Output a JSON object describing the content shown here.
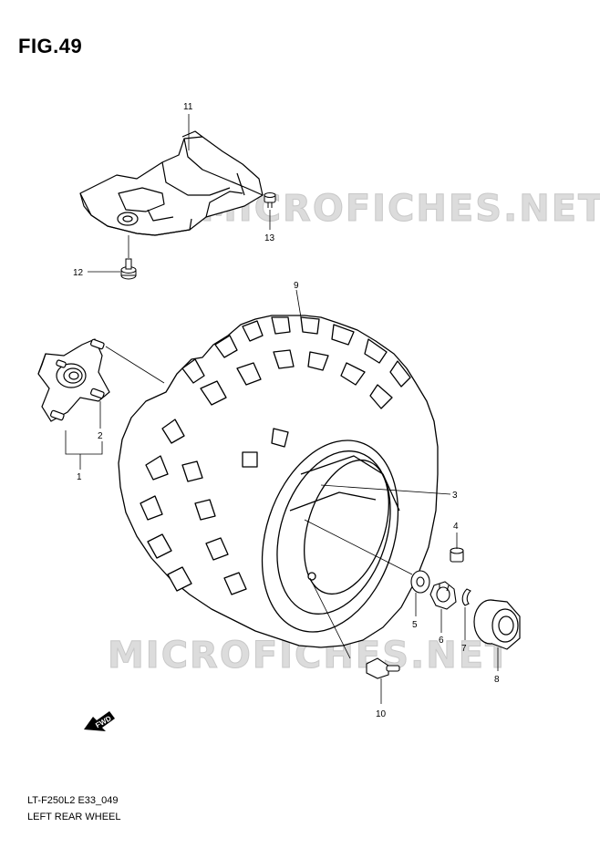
{
  "figure": {
    "title": "FIG.49",
    "model_code": "LT-F250L2 E33_049",
    "name": "LEFT REAR WHEEL"
  },
  "watermark": "MICROFICHES.NET",
  "forward_arrow_label": "FWD",
  "callouts": [
    {
      "id": "1",
      "part": "hub"
    },
    {
      "id": "2",
      "part": "stud"
    },
    {
      "id": "3",
      "part": "rim"
    },
    {
      "id": "4",
      "part": "cap-nut"
    },
    {
      "id": "5",
      "part": "washer"
    },
    {
      "id": "6",
      "part": "castle-nut"
    },
    {
      "id": "7",
      "part": "cotter-pin"
    },
    {
      "id": "8",
      "part": "hub-cap"
    },
    {
      "id": "9",
      "part": "tire"
    },
    {
      "id": "10",
      "part": "valve"
    },
    {
      "id": "11",
      "part": "cover"
    },
    {
      "id": "12",
      "part": "bolt"
    },
    {
      "id": "13",
      "part": "bolt"
    }
  ]
}
